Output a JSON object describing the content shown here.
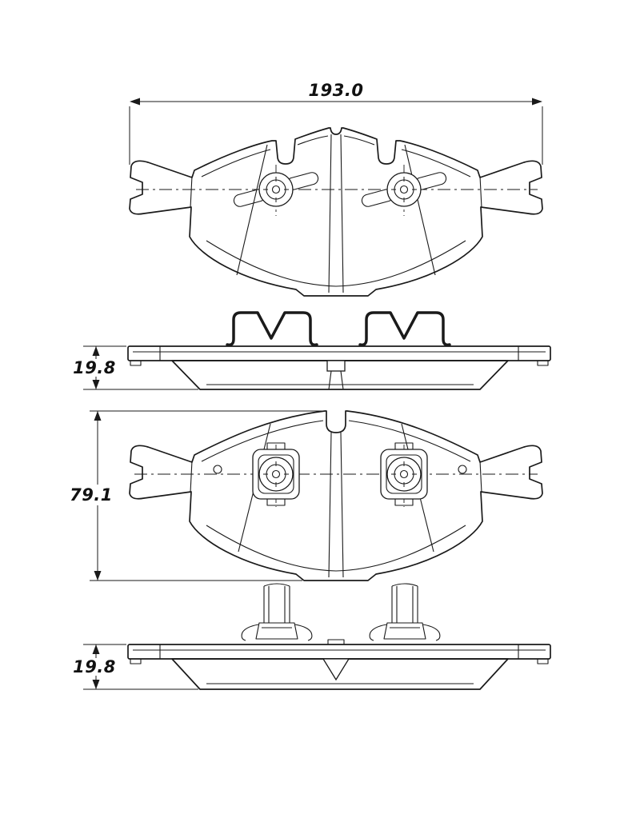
{
  "diagram": {
    "background": "#ffffff",
    "line_color": "#1a1a1a",
    "dimensions": {
      "overall_width": "193.0",
      "thickness_upper": "19.8",
      "pad_height": "79.1",
      "thickness_lower": "19.8"
    }
  }
}
